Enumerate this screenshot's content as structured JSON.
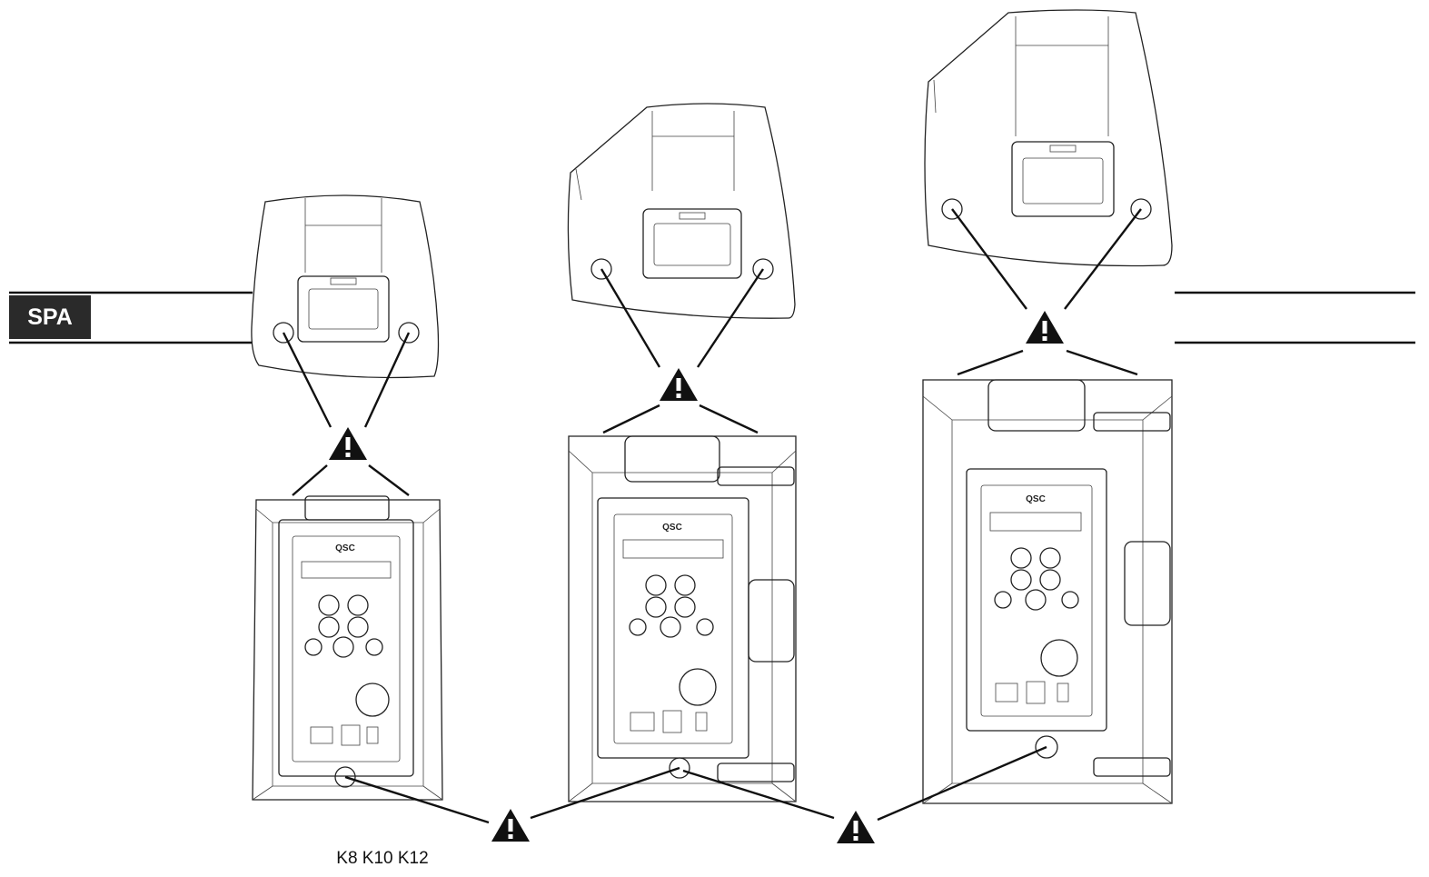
{
  "section_tab": {
    "label": "SPA",
    "color": "#2a2a2a"
  },
  "caption": {
    "models": "K8 K10 K12"
  },
  "brand_logo": "QSC",
  "icons": {
    "warning": "warning-triangle-icon"
  },
  "colors": {
    "line": "#222222",
    "tab_background": "#2a2a2a",
    "page_background": "#ffffff"
  }
}
